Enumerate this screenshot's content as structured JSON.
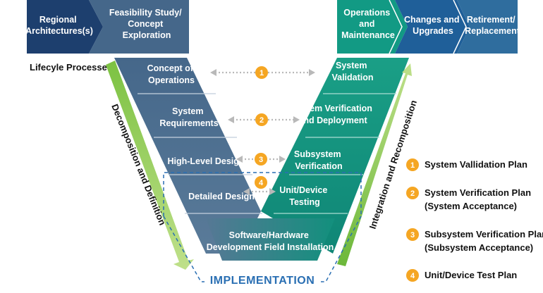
{
  "top_bar": {
    "regional": [
      "Regional",
      "Architectures(s)"
    ],
    "feasibility": [
      "Feasibility Study/",
      "Concept",
      "Exploration"
    ],
    "operations": [
      "Operations",
      "and",
      "Maintenance"
    ],
    "changes": [
      "Changes and",
      "Upgrades"
    ],
    "retirement": [
      "Retirement/",
      "Replacement"
    ]
  },
  "lifecycle_label": "Lifecyle Processes",
  "left_arm": [
    [
      "Concept of",
      "Operations"
    ],
    [
      "System",
      "Requirements"
    ],
    [
      "High-Level Design"
    ],
    [
      "Detailed Design"
    ]
  ],
  "right_arm": [
    [
      "System",
      "Validation"
    ],
    [
      "System Verification",
      "and Deployment"
    ],
    [
      "Subsystem",
      "Verification"
    ],
    [
      "Unit/Device",
      "Testing"
    ]
  ],
  "bottom": [
    "Software/Hardware",
    "Development Field Installation"
  ],
  "numbers": [
    "1",
    "2",
    "3",
    "4"
  ],
  "left_arrow_label": "Decomposition and Definition",
  "right_arrow_label": "Integration and Recomposition",
  "implementation_label": "IMPLEMENTATION",
  "legend": [
    {
      "num": "1",
      "lines": [
        "System Vallidation Plan"
      ]
    },
    {
      "num": "2",
      "lines": [
        "System Verification Plan",
        "(System Acceptance)"
      ]
    },
    {
      "num": "3",
      "lines": [
        "Subsystem Verification Plan",
        "(Subsystem Acceptance)"
      ]
    },
    {
      "num": "4",
      "lines": [
        "Unit/Device Test Plan"
      ]
    }
  ],
  "colors": {
    "navy": "#1d3f6e",
    "slate": "#4e6f8f",
    "teal": "#149a86",
    "blue": "#1f5f99",
    "steel": "#2f6d9e",
    "green": "#8cc63f",
    "orange": "#f5a623",
    "dash": "#2a6fb3"
  }
}
